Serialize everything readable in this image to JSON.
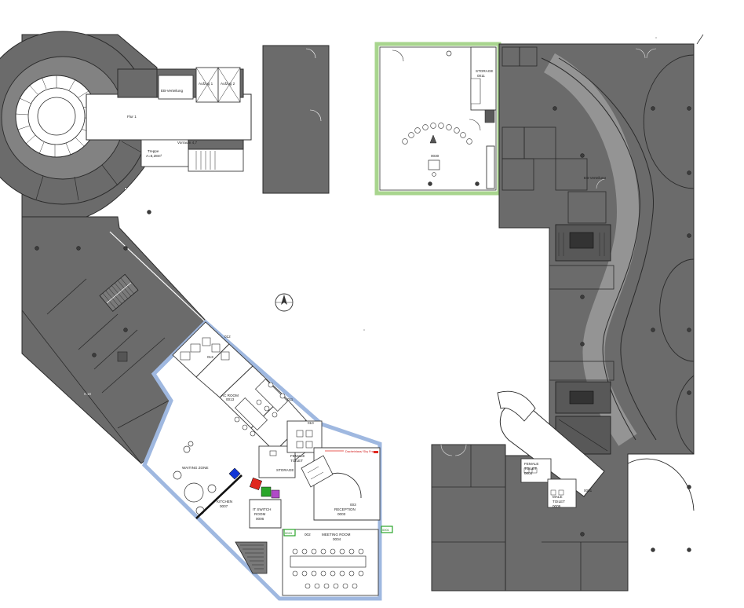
{
  "rooms": {
    "eb_verteilung_1": "EB-Verteilung",
    "aufzug_1": "Aufzug 1",
    "aufzug_2": "Aufzug 2",
    "flur_1": "Flur 1",
    "vorraum": "Vorraum 4,7",
    "treppe": "Treppe",
    "treppe_area": "A=6,28m²",
    "storage_top": "STORAGE",
    "storage_top_no": "0011",
    "room_0030": "0030",
    "eb_verteilung_2": "EB-Verteilung",
    "ac_room": "AC ROOM",
    "ac_room_no": "0013",
    "waiting_zone": "WAITING ZONE",
    "kitchen": "KITCHEN",
    "kitchen_no": "0007",
    "it_switch": "IT SWITCH",
    "it_switch_room": "ROOM",
    "it_switch_no": "0006",
    "storage_mid": "STORAGE",
    "female_toilet": "FEMALE",
    "female_toilet_2": "TOILET",
    "reception": "RECEPTION",
    "reception_no": "0003",
    "meeting_room": "MEETING ROOM",
    "meeting_room_no": "0004",
    "room_0001": "0001",
    "female_right": "FEMALE",
    "female_right_2": "TOILET",
    "female_right_no": "0008",
    "male_right": "MALE",
    "male_right_2": "TOILET",
    "male_right_no": "0009",
    "room_018": "0.18",
    "room_013": "013",
    "room_012": "012",
    "room_011": "011",
    "room_010": "010",
    "room_003": "003",
    "room_002": "002"
  },
  "annotations": {
    "red_note": "Dacheinlass/ Sky Frame",
    "green_tag_1": "0024",
    "green_tag_2": "0001"
  },
  "colors": {
    "fill_gray": "#6b6b6b",
    "highlight_green": "#a8d58e",
    "highlight_blue": "#9fb8e0",
    "accent_red": "#e0281f",
    "accent_blue": "#1236d6",
    "accent_green": "#2aa52a",
    "accent_purple": "#b04ac8"
  },
  "icons": {
    "compass": "north-arrow-icon"
  }
}
